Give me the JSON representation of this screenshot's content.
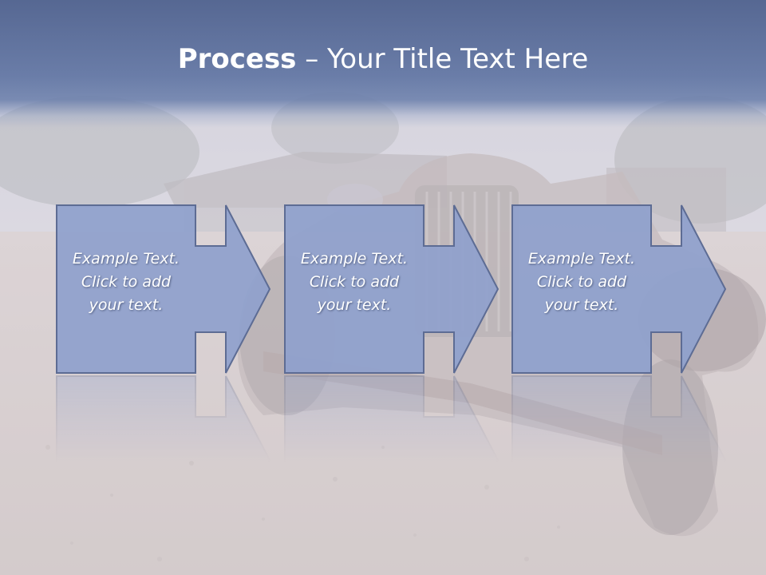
{
  "slide": {
    "title_bold": "Process",
    "title_rest": " – Your Title Text Here"
  },
  "steps": [
    {
      "line1": "Example Text.",
      "line2": "Click  to add",
      "line3": "your text."
    },
    {
      "line1": "Example Text.",
      "line2": "Click  to add",
      "line3": "your text."
    },
    {
      "line1": "Example Text.",
      "line2": "Click  to add",
      "line3": "your text."
    }
  ],
  "colors": {
    "title_band": "#5a6c98",
    "shape_fill": "#8fa0cc",
    "shape_stroke": "#5d6c94",
    "text": "#ffffff"
  },
  "icons": {
    "step_shape": "box-with-right-arrow"
  }
}
